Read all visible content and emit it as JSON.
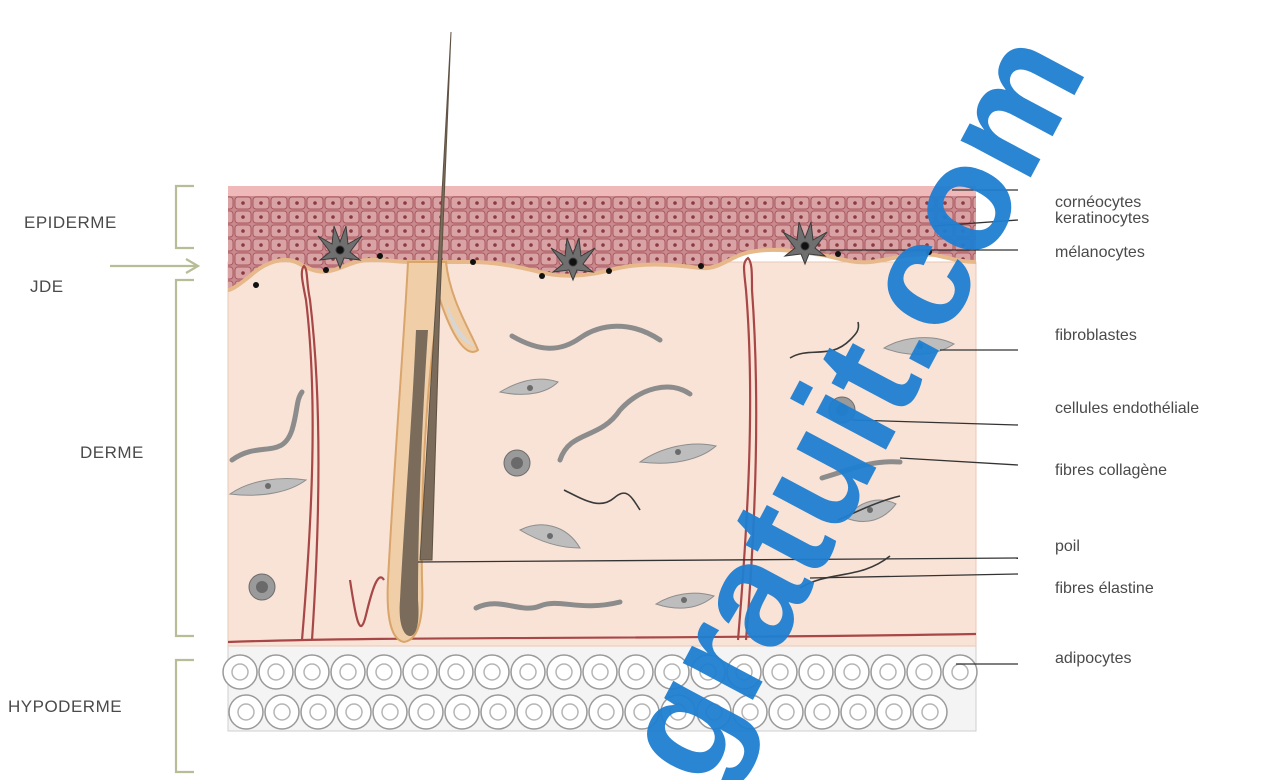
{
  "layers": {
    "epiderme": "EPIDERME",
    "jde": "JDE",
    "derme": "DERME",
    "hypoderme": "HYPODERME"
  },
  "callouts": [
    "cornéocytes",
    "keratinocytes",
    "mélanocytes",
    "fibroblastes",
    "cellules endothéliale",
    "fibres collagène",
    "poil",
    "fibres élastine",
    "adipocytes"
  ],
  "watermark": {
    "text": "gratuit.com",
    "color": "#1f7fd1"
  },
  "colors": {
    "epidermis": "#c98a8f",
    "dermis": "#f9e3d6",
    "hair": "#7a6b5a",
    "vessel": "#a84747",
    "bracket": "#b8bd97"
  }
}
